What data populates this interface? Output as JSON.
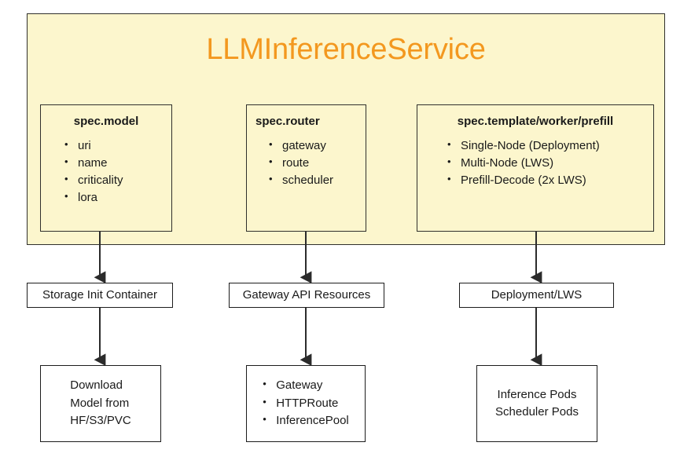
{
  "diagram": {
    "title": "LLMInferenceService",
    "title_color": "#f3981f",
    "container_fill": "#fcf6cd",
    "container_stroke": "#30302c",
    "box_fill": "#ffffff",
    "box_stroke": "#1c1c1c"
  },
  "spec_boxes": [
    {
      "title": "spec.model",
      "items": [
        "uri",
        "name",
        "criticality",
        "lora"
      ]
    },
    {
      "title": "spec.router",
      "items": [
        "gateway",
        "route",
        "scheduler"
      ]
    },
    {
      "title": "spec.template/worker/prefill",
      "items": [
        "Single-Node (Deployment)",
        "Multi-Node (LWS)",
        "Prefill-Decode (2x LWS)"
      ]
    }
  ],
  "middle_row": [
    {
      "label": "Storage Init Container"
    },
    {
      "label": "Gateway API Resources"
    },
    {
      "label": "Deployment/LWS"
    }
  ],
  "bottom_row": [
    {
      "type": "lines",
      "lines": [
        "Download",
        "Model from",
        "HF/S3/PVC"
      ]
    },
    {
      "type": "bullets",
      "items": [
        "Gateway",
        "HTTPRoute",
        "InferencePool"
      ]
    },
    {
      "type": "lines",
      "lines": [
        "Inference Pods",
        "Scheduler Pods"
      ]
    }
  ]
}
